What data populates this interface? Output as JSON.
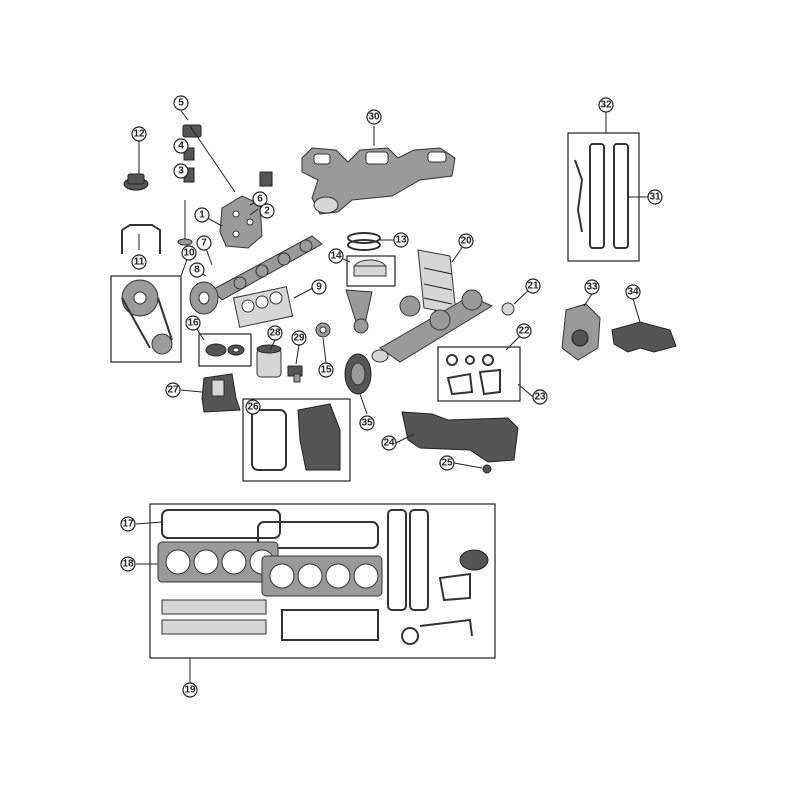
{
  "diagram": {
    "callouts": [
      {
        "id": "1",
        "label": "1"
      },
      {
        "id": "2",
        "label": "2"
      },
      {
        "id": "3",
        "label": "3"
      },
      {
        "id": "4",
        "label": "4"
      },
      {
        "id": "5",
        "label": "5"
      },
      {
        "id": "6",
        "label": "6"
      },
      {
        "id": "7",
        "label": "7"
      },
      {
        "id": "8",
        "label": "8"
      },
      {
        "id": "9",
        "label": "9"
      },
      {
        "id": "10",
        "label": "10"
      },
      {
        "id": "11",
        "label": "11"
      },
      {
        "id": "12",
        "label": "12"
      },
      {
        "id": "13",
        "label": "13"
      },
      {
        "id": "14",
        "label": "14"
      },
      {
        "id": "15",
        "label": "15"
      },
      {
        "id": "16",
        "label": "16"
      },
      {
        "id": "17",
        "label": "17"
      },
      {
        "id": "18",
        "label": "18"
      },
      {
        "id": "19",
        "label": "19"
      },
      {
        "id": "20",
        "label": "20"
      },
      {
        "id": "21",
        "label": "21"
      },
      {
        "id": "22",
        "label": "22"
      },
      {
        "id": "23",
        "label": "23"
      },
      {
        "id": "24",
        "label": "24"
      },
      {
        "id": "25",
        "label": "25"
      },
      {
        "id": "26",
        "label": "26"
      },
      {
        "id": "27",
        "label": "27"
      },
      {
        "id": "28",
        "label": "28"
      },
      {
        "id": "29",
        "label": "29"
      },
      {
        "id": "30",
        "label": "30"
      },
      {
        "id": "31",
        "label": "31"
      },
      {
        "id": "32",
        "label": "32"
      },
      {
        "id": "33",
        "label": "33"
      },
      {
        "id": "34",
        "label": "34"
      },
      {
        "id": "35",
        "label": "35"
      }
    ],
    "colors": {
      "line": "#222222",
      "part_fill": "#9a9a9a",
      "part_dark": "#555555",
      "background": "#ffffff"
    }
  }
}
